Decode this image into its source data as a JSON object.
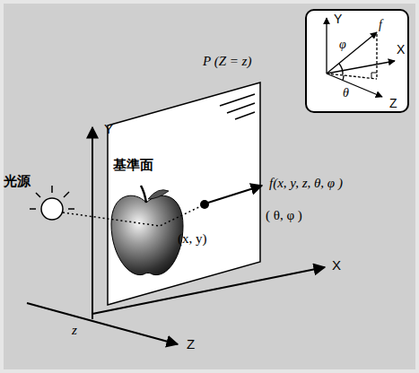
{
  "diagram": {
    "nodes": [
      {
        "text": [
          "Y",
          "f",
          "φ",
          "X",
          "θ",
          "Z"
        ]
      }
    ],
    "labels": [
      "光源",
      "基準面",
      "Y",
      "P (Z = z)",
      "f(x, y, z, θ, φ )",
      "(x, y)",
      "( θ, φ )",
      "X",
      "z",
      "Z"
    ]
  }
}
